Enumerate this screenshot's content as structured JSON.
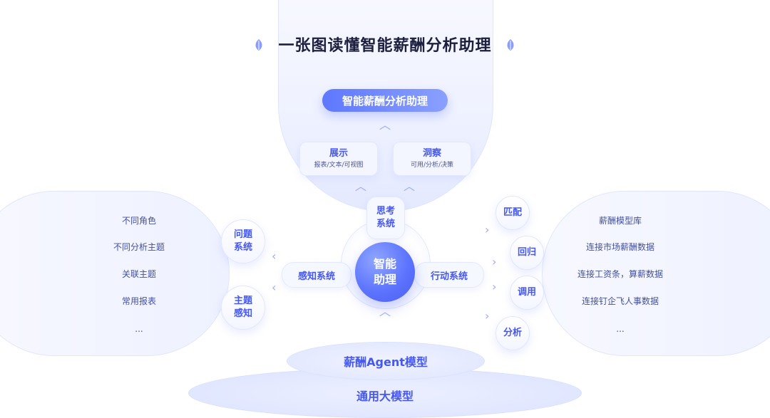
{
  "title": "一张图读懂智能薪酬分析助理",
  "top": {
    "pill": "智能薪酬分析助理"
  },
  "cards": [
    {
      "title": "展示",
      "subtitle": "报表/文本/可视图"
    },
    {
      "title": "洞察",
      "subtitle": "可用/分析/决策"
    }
  ],
  "systems": {
    "thinking": "思考\n系统",
    "perception": "感知系统",
    "action": "行动系统",
    "hub": "智能\n助理"
  },
  "left_bubbles": [
    "问题\n系统",
    "主题\n感知"
  ],
  "right_bubbles": [
    "匹配",
    "回归",
    "调用",
    "分析"
  ],
  "left_list": [
    "不同角色",
    "不同分析主题",
    "关联主题",
    "常用报表",
    "..."
  ],
  "right_list": [
    "薪酬模型库",
    "连接市场薪酬数据",
    "连接工资条，算薪数据",
    "连接钉企飞人事数据",
    "..."
  ],
  "bottom": {
    "agent": "薪酬Agent模型",
    "base": "通用大模型"
  },
  "colors": {
    "accent": "#4658f2",
    "hub": "#5d74ff",
    "background": "#ffffff"
  }
}
